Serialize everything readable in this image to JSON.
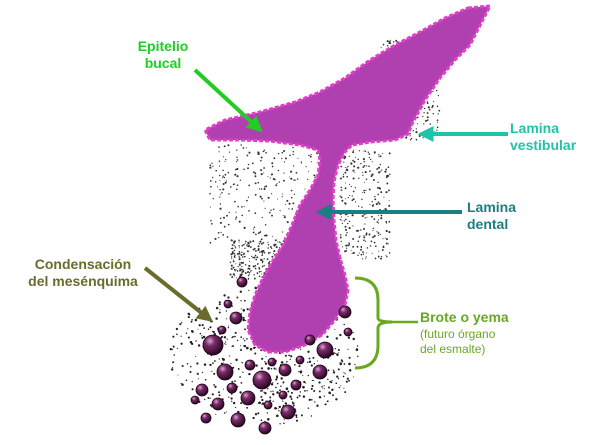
{
  "labels": {
    "epitelio_line1": "Epitelio",
    "epitelio_line2": "bucal",
    "lamina_vest_line1": "Lamina",
    "lamina_vest_line2": "vestibular",
    "lamina_dental_line1": "Lamina",
    "lamina_dental_line2": "dental",
    "condensacion_line1": "Condensación",
    "condensacion_line2": "del mesénquima",
    "brote_title": "Brote o yema",
    "brote_sub1": "(futuro órgano",
    "brote_sub2": "del esmalte)"
  },
  "colors": {
    "epitelio": "#22cc22",
    "lamina_vestibular": "#1fc4a8",
    "lamina_dental": "#1a7f7f",
    "condensacion": "#6b6b2e",
    "brote": "#6aa81f",
    "tissue_fill": "#b03fb0",
    "tissue_border": "#e040c8",
    "mesenchyme_cells": "#5a1a4a"
  }
}
